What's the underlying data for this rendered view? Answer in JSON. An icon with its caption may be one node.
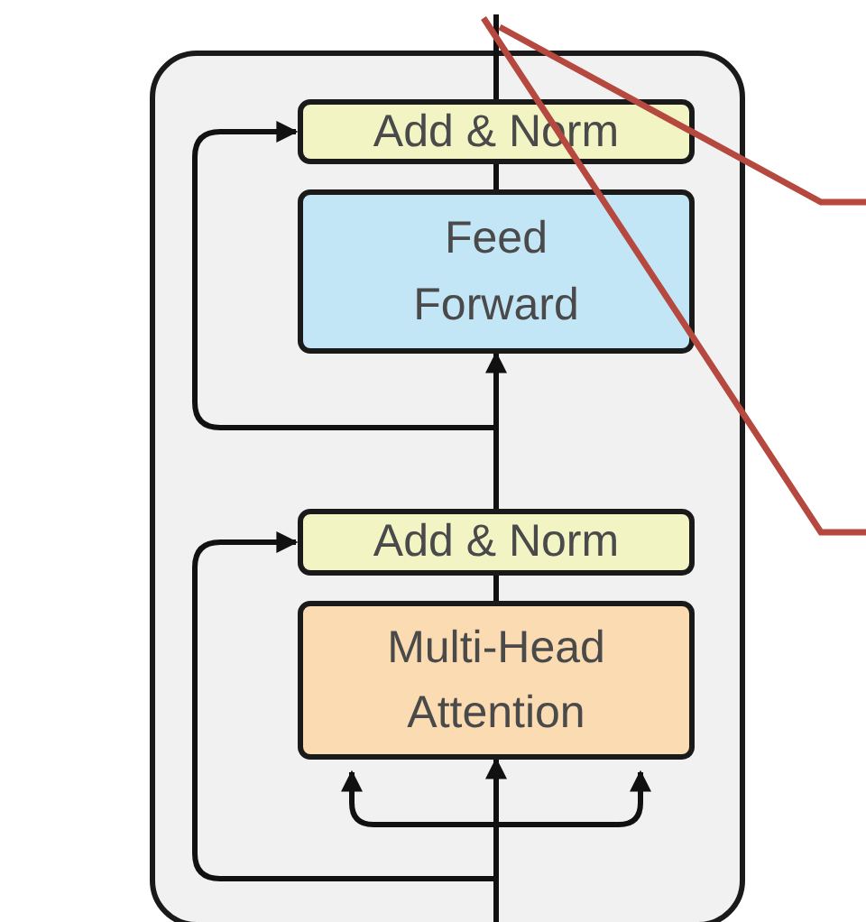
{
  "diagram": {
    "nodes": [
      {
        "text": [],
        "shape": "box"
      },
      {
        "text": [
          "Add & Norm"
        ],
        "in": 0
      },
      {
        "text": [
          "Feed Forward"
        ],
        "in": 0
      },
      {
        "text": [
          "Add & Norm"
        ],
        "in": 0
      },
      {
        "text": [
          "Multi-Head Attention"
        ],
        "in": 0
      }
    ],
    "edges": [
      {
        "from": null,
        "to": 4,
        "arrow": "to"
      },
      {
        "from": null,
        "to": 4,
        "arrow": "to"
      },
      {
        "from": null,
        "to": 4,
        "arrow": "to"
      },
      {
        "from": null,
        "to": 3,
        "arrow": "to"
      },
      {
        "from": 4,
        "to": 3,
        "arrow": "none"
      },
      {
        "from": 3,
        "to": 2,
        "arrow": "to"
      },
      {
        "from": 3,
        "to": 1,
        "arrow": "to"
      },
      {
        "from": 2,
        "to": 1,
        "arrow": "none"
      },
      {
        "from": 1,
        "to": null,
        "arrow": "none"
      }
    ]
  }
}
